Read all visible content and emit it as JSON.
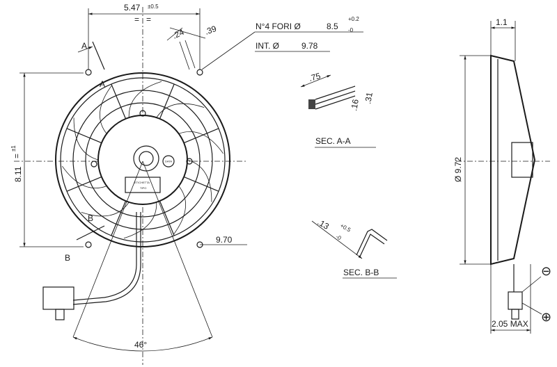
{
  "front_view": {
    "width_dim": "5.47",
    "width_tol": "±0.5",
    "height_dim": "8.11",
    "height_tol": "±1",
    "diag_dim": "9.70",
    "angle_dim": "46°",
    "slot_outer": ".39",
    "slot_inner": ".24",
    "section_a": "A",
    "section_b": "B",
    "date_label": "DATA",
    "label_title": "ETICHETTA",
    "label_type": "TIPO",
    "symmetry_mark": "="
  },
  "notes": {
    "holes_label": "N°4 FORI Ø",
    "holes_value": "8.5",
    "holes_tol_plus": "+0.2",
    "holes_tol_minus": "-0",
    "int_label": "INT. Ø",
    "int_value": "9.78"
  },
  "section_aa": {
    "title": "SEC. A-A",
    "dim_width": ".75",
    "dim_thin": ".16",
    "dim_total": ".31"
  },
  "section_bb": {
    "title": "SEC. B-B",
    "dim": ".13",
    "tol_plus": "+0.5",
    "tol_minus": "-0"
  },
  "side_view": {
    "depth_dim": "1.1",
    "diameter_dim": "Ø 9.72",
    "max_depth_dim": "2.05 MAX",
    "negative_symbol": "⊖",
    "positive_symbol": "⊕"
  }
}
